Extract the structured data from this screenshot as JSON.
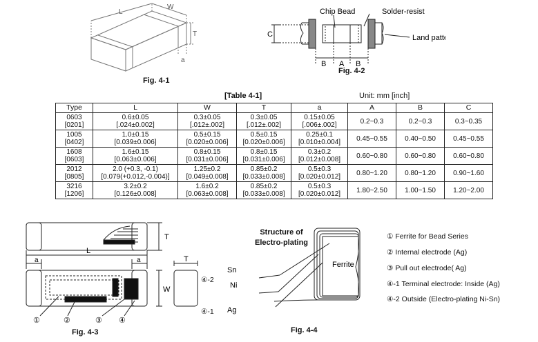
{
  "fig41": {
    "caption": "Fig. 4-1",
    "labels": {
      "L": "L",
      "W": "W",
      "T": "T",
      "a": "a"
    }
  },
  "fig42": {
    "caption": "Fig. 4-2",
    "chip_bead": "Chip Bead",
    "solder_resist": "Solder-resist",
    "land_pattern": "Land pattern",
    "C": "C",
    "A": "A",
    "B": "B"
  },
  "table": {
    "title": "[Table 4-1]",
    "unit": "Unit: mm [inch]",
    "headers": [
      "Type",
      "L",
      "W",
      "T",
      "a",
      "A",
      "B",
      "C"
    ],
    "rows": [
      {
        "type": [
          "0603",
          "[0201]"
        ],
        "L": [
          "0.6±0.05",
          "[.024±0.002]"
        ],
        "W": [
          "0.3±0.05",
          "[.012±.002]"
        ],
        "T": [
          "0.3±0.05",
          "[.012±.002]"
        ],
        "a": [
          "0.15±0.05",
          "[.006±.002]"
        ],
        "A": "0.2~0.3",
        "B": "0.2~0.3",
        "C": "0.3~0.35"
      },
      {
        "type": [
          "1005",
          "[0402]"
        ],
        "L": [
          "1.0±0.15",
          "[0.039±0.006]"
        ],
        "W": [
          "0.5±0.15",
          "[0.020±0.006]"
        ],
        "T": [
          "0.5±0.15",
          "[0.020±0.006]"
        ],
        "a": [
          "0.25±0.1",
          "[0.010±0.004]"
        ],
        "A": "0.45~0.55",
        "B": "0.40~0.50",
        "C": "0.45~0.55"
      },
      {
        "type": [
          "1608",
          "[0603]"
        ],
        "L": [
          "1.6±0.15",
          "[0.063±0.006]"
        ],
        "W": [
          "0.8±0.15",
          "[0.031±0.006]"
        ],
        "T": [
          "0.8±0.15",
          "[0.031±0.006]"
        ],
        "a": [
          "0.3±0.2",
          "[0.012±0.008]"
        ],
        "A": "0.60~0.80",
        "B": "0.60~0.80",
        "C": "0.60~0.80"
      },
      {
        "type": [
          "2012",
          "[0805]"
        ],
        "L": [
          "2.0 (+0.3, -0.1)",
          "[0.079(+0.012,-0.004)]"
        ],
        "W": [
          "1.25±0.2",
          "[0.049±0.008]"
        ],
        "T": [
          "0.85±0.2",
          "[0.033±0.008]"
        ],
        "a": [
          "0.5±0.3",
          "[0.020±0.012]"
        ],
        "A": "0.80~1.20",
        "B": "0.80~1.20",
        "C": "0.90~1.60"
      },
      {
        "type": [
          "3216",
          "[1206]"
        ],
        "L": [
          "3.2±0.2",
          "[0.126±0.008]"
        ],
        "W": [
          "1.6±0.2",
          "[0.063±0.008]"
        ],
        "T": [
          "0.85±0.2",
          "[0.033±0.008]"
        ],
        "a": [
          "0.5±0.3",
          "[0.020±0.012]"
        ],
        "A": "1.80~2.50",
        "B": "1.00~1.50",
        "C": "1.20~2.00"
      }
    ]
  },
  "fig43": {
    "caption": "Fig. 4-3",
    "L": "L",
    "T": "T",
    "W": "W",
    "a": "a",
    "markers": [
      "①",
      "②",
      "③",
      "④"
    ],
    "side_labels": [
      "④-2",
      "④-1"
    ]
  },
  "fig44": {
    "caption": "Fig. 4-4",
    "structure_title": [
      "Structure of",
      "Electro-plating"
    ],
    "ferrite": "Ferrite",
    "sn": "Sn",
    "ni": "Ni",
    "ag": "Ag"
  },
  "legend": [
    "① Ferrite for Bead Series",
    "② Internal electrode (Ag)",
    "③ Pull out electrode( Ag)",
    "④-1 Terminal electrode: Inside (Ag)",
    "④-2 Outside (Electro-plating Ni-Sn)"
  ]
}
